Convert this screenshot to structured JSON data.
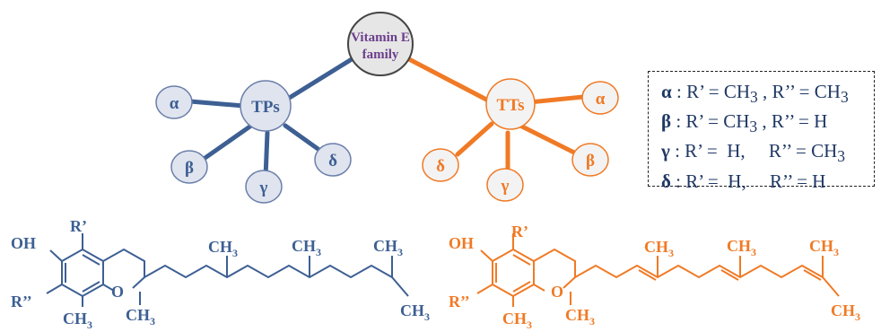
{
  "colors": {
    "tp": "#3d5f93",
    "tt": "#f07a25",
    "root_text": "#6b3f8c",
    "node_fill_tp": "#dfe4ef",
    "node_fill_tt": "#f3f3f3",
    "root_fill": "#e6e6e6"
  },
  "tree": {
    "root": "Vitamin E family",
    "root_line1": "Vitamin E",
    "root_line2": "family",
    "tp_label": "TPs",
    "tt_label": "TTs",
    "tp_children": [
      "α",
      "β",
      "γ",
      "δ"
    ],
    "tt_children": [
      "α",
      "β",
      "γ",
      "δ"
    ]
  },
  "legend": [
    {
      "greek": "α",
      "text": " : R’ = CH",
      "sub1": "3",
      "mid": " , R’’ = CH",
      "sub2": "3"
    },
    {
      "greek": "β",
      "text": " : R’ = CH",
      "sub1": "3",
      "mid": " , R’’ = H",
      "sub2": ""
    },
    {
      "greek": "γ",
      "text": " : R’ =  H,     R’’ = CH",
      "sub1": "",
      "mid": "",
      "sub2": "3"
    },
    {
      "greek": "δ",
      "text": " : R’ =  H,     R’’ = H",
      "sub1": "",
      "mid": "",
      "sub2": ""
    }
  ],
  "structures": {
    "oh": "OH",
    "r1": "R’",
    "r2": "R’’",
    "o": "O",
    "ch": "CH",
    "sub3": "3"
  }
}
